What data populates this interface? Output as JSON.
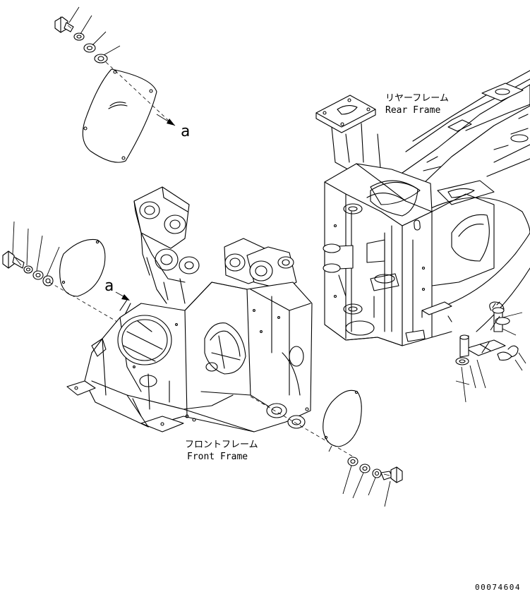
{
  "labels": {
    "rear_frame_jp": "リヤーフレーム",
    "rear_frame_en": "Rear Frame",
    "front_frame_jp": "フロントフレーム",
    "front_frame_en": "Front Frame",
    "ref_a_cover": "a",
    "ref_a_frame": "a",
    "drawing_number": "00074604"
  }
}
